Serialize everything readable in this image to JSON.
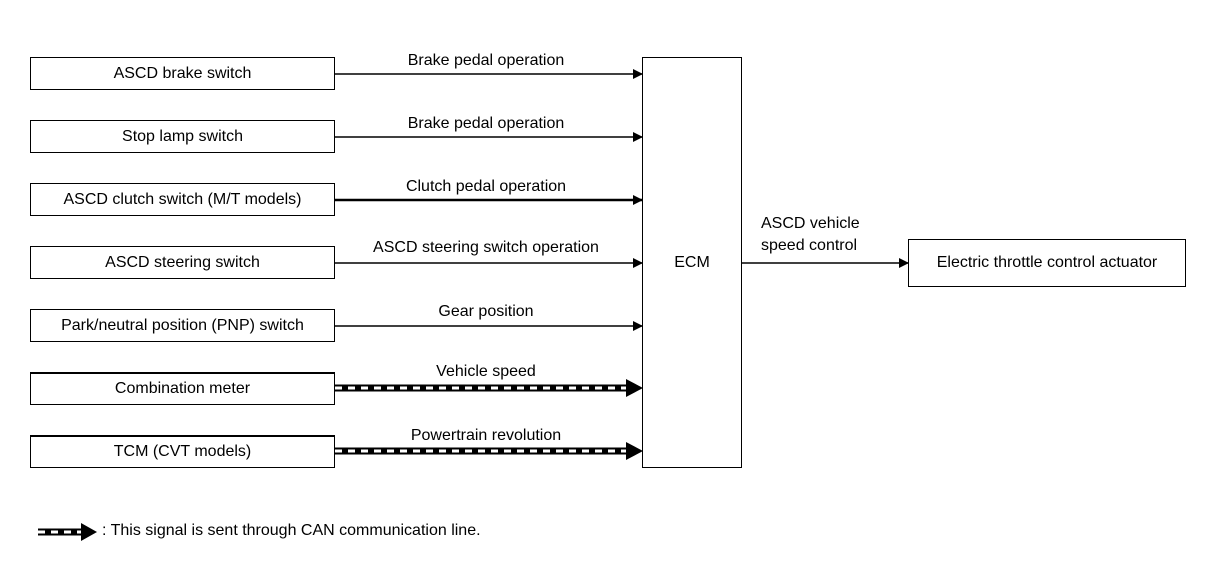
{
  "inputs": [
    {
      "label": "ASCD brake switch",
      "signal": "Brake pedal operation",
      "can": false
    },
    {
      "label": "Stop lamp switch",
      "signal": "Brake pedal operation",
      "can": false
    },
    {
      "label": "ASCD clutch switch (M/T models)",
      "signal": "Clutch pedal operation",
      "can": false
    },
    {
      "label": "ASCD steering switch",
      "signal": "ASCD steering switch operation",
      "can": false
    },
    {
      "label": "Park/neutral position (PNP) switch",
      "signal": "Gear position",
      "can": false
    },
    {
      "label": "Combination meter",
      "signal": "Vehicle speed",
      "can": true
    },
    {
      "label": "TCM (CVT models)",
      "signal": "Powertrain revolution",
      "can": true
    }
  ],
  "ecm": {
    "label": "ECM"
  },
  "output": {
    "signal_line1": "ASCD vehicle",
    "signal_line2": "speed control",
    "label": "Electric throttle control actuator"
  },
  "legend": {
    "text": ": This signal is sent through CAN communication line."
  }
}
